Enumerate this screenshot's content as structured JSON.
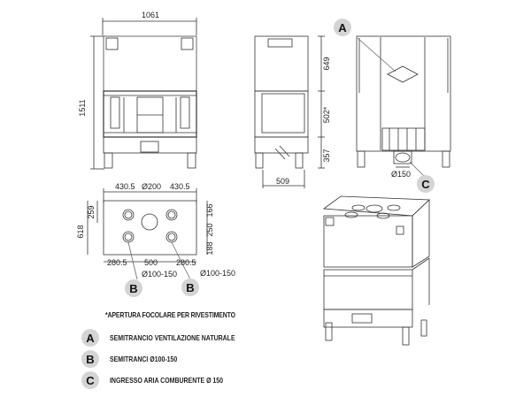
{
  "front_view": {
    "width_label": "1061",
    "height_label": "1511"
  },
  "side_view": {
    "width_label": "509",
    "heights": [
      "649",
      "502*",
      "357"
    ]
  },
  "rear_view": {
    "outlet_label": "Ø150",
    "callouts": [
      "A",
      "C"
    ]
  },
  "top_view": {
    "top_labels": [
      "430.5",
      "Ø200",
      "430.5"
    ],
    "bottom_labels": [
      "280.5",
      "500",
      "280.5"
    ],
    "left_labels": [
      "259",
      "618"
    ],
    "right_labels": [
      "166",
      "250",
      "188"
    ],
    "pipe_labels": [
      "Ø100-150",
      "Ø100-150"
    ],
    "callouts": [
      "B",
      "B"
    ]
  },
  "legend": {
    "note": "*APERTURA FOCOLARE PER RIVESTIMENTO",
    "items": [
      {
        "key": "A",
        "text": "SEMITRANCIO VENTILAZIONE NATURALE"
      },
      {
        "key": "B",
        "text": "SEMITRANCI Ø100-150"
      },
      {
        "key": "C",
        "text": "INGRESSO ARIA COMBURENTE Ø 150"
      }
    ]
  }
}
